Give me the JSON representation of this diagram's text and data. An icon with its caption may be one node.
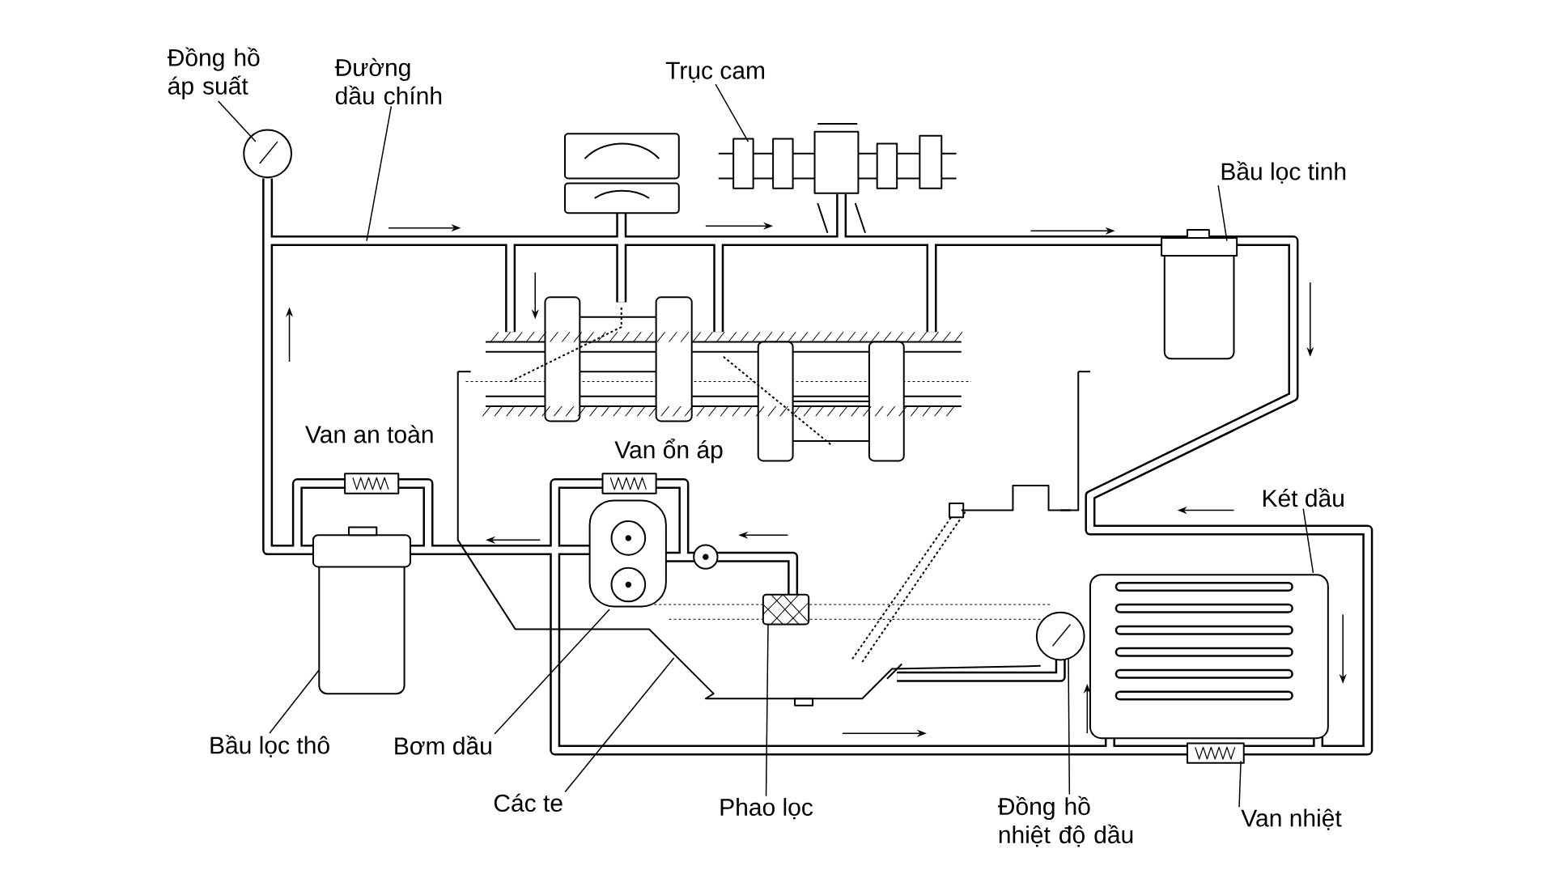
{
  "diagram": {
    "nodes": [
      {
        "text": [
          "Đồng hồ áp suất"
        ]
      },
      {
        "text": [
          "Đường dầu chính"
        ]
      },
      {
        "text": [
          "Trục cam"
        ]
      },
      {
        "text": [
          "Bầu lọc tinh"
        ]
      },
      {
        "text": [
          "Két dầu"
        ]
      },
      {
        "text": [
          "Bầu lọc thô"
        ]
      },
      {
        "text": [
          "Bơm dầu"
        ]
      },
      {
        "text": [
          "Các te"
        ]
      },
      {
        "text": [
          "Phao lọc"
        ]
      },
      {
        "text": [
          "Đồng hồ nhiệt độ dầu"
        ]
      },
      {
        "text": [
          "Van nhiệt"
        ]
      }
    ],
    "edges": [
      {
        "from": 0,
        "to": null,
        "arrow": "none"
      },
      {
        "from": 1,
        "to": null,
        "arrow": "none"
      },
      {
        "from": 2,
        "to": null,
        "arrow": "none"
      },
      {
        "from": 3,
        "to": null,
        "arrow": "none"
      },
      {
        "from": 4,
        "to": null,
        "arrow": "none"
      },
      {
        "from": 5,
        "to": null,
        "arrow": "none"
      },
      {
        "from": 6,
        "to": null,
        "arrow": "none"
      },
      {
        "from": 7,
        "to": null,
        "arrow": "none"
      },
      {
        "from": 8,
        "to": null,
        "arrow": "none"
      },
      {
        "from": 9,
        "to": null,
        "arrow": "none"
      },
      {
        "from": 10,
        "to": null,
        "arrow": "none"
      }
    ],
    "labels": [
      "Van an toàn",
      "Van ổn áp"
    ]
  }
}
